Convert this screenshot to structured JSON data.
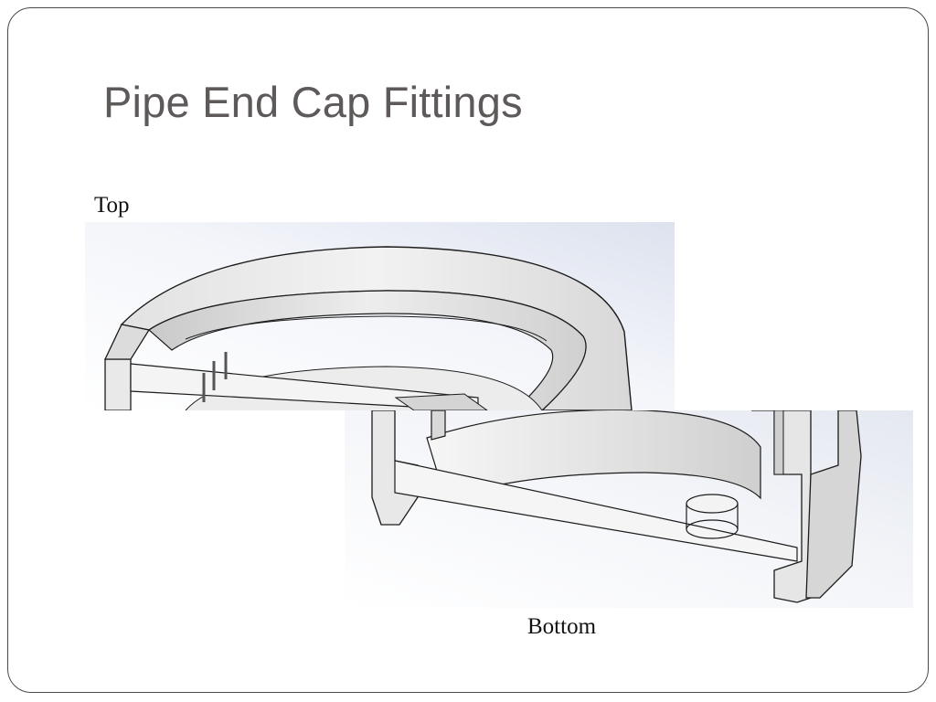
{
  "slide": {
    "title": "Pipe End Cap Fittings",
    "top_label": "Top",
    "bottom_label": "Bottom"
  },
  "colors": {
    "title": "#5f5a5a",
    "frame": "#4a4a4a",
    "render_background": "#e6e9f2",
    "render_outline": "#1c1c1c"
  },
  "images": {
    "top_render": "cad-cutaway-pipe-end-cap-top",
    "bottom_render": "cad-cutaway-pipe-end-cap-bottom"
  }
}
